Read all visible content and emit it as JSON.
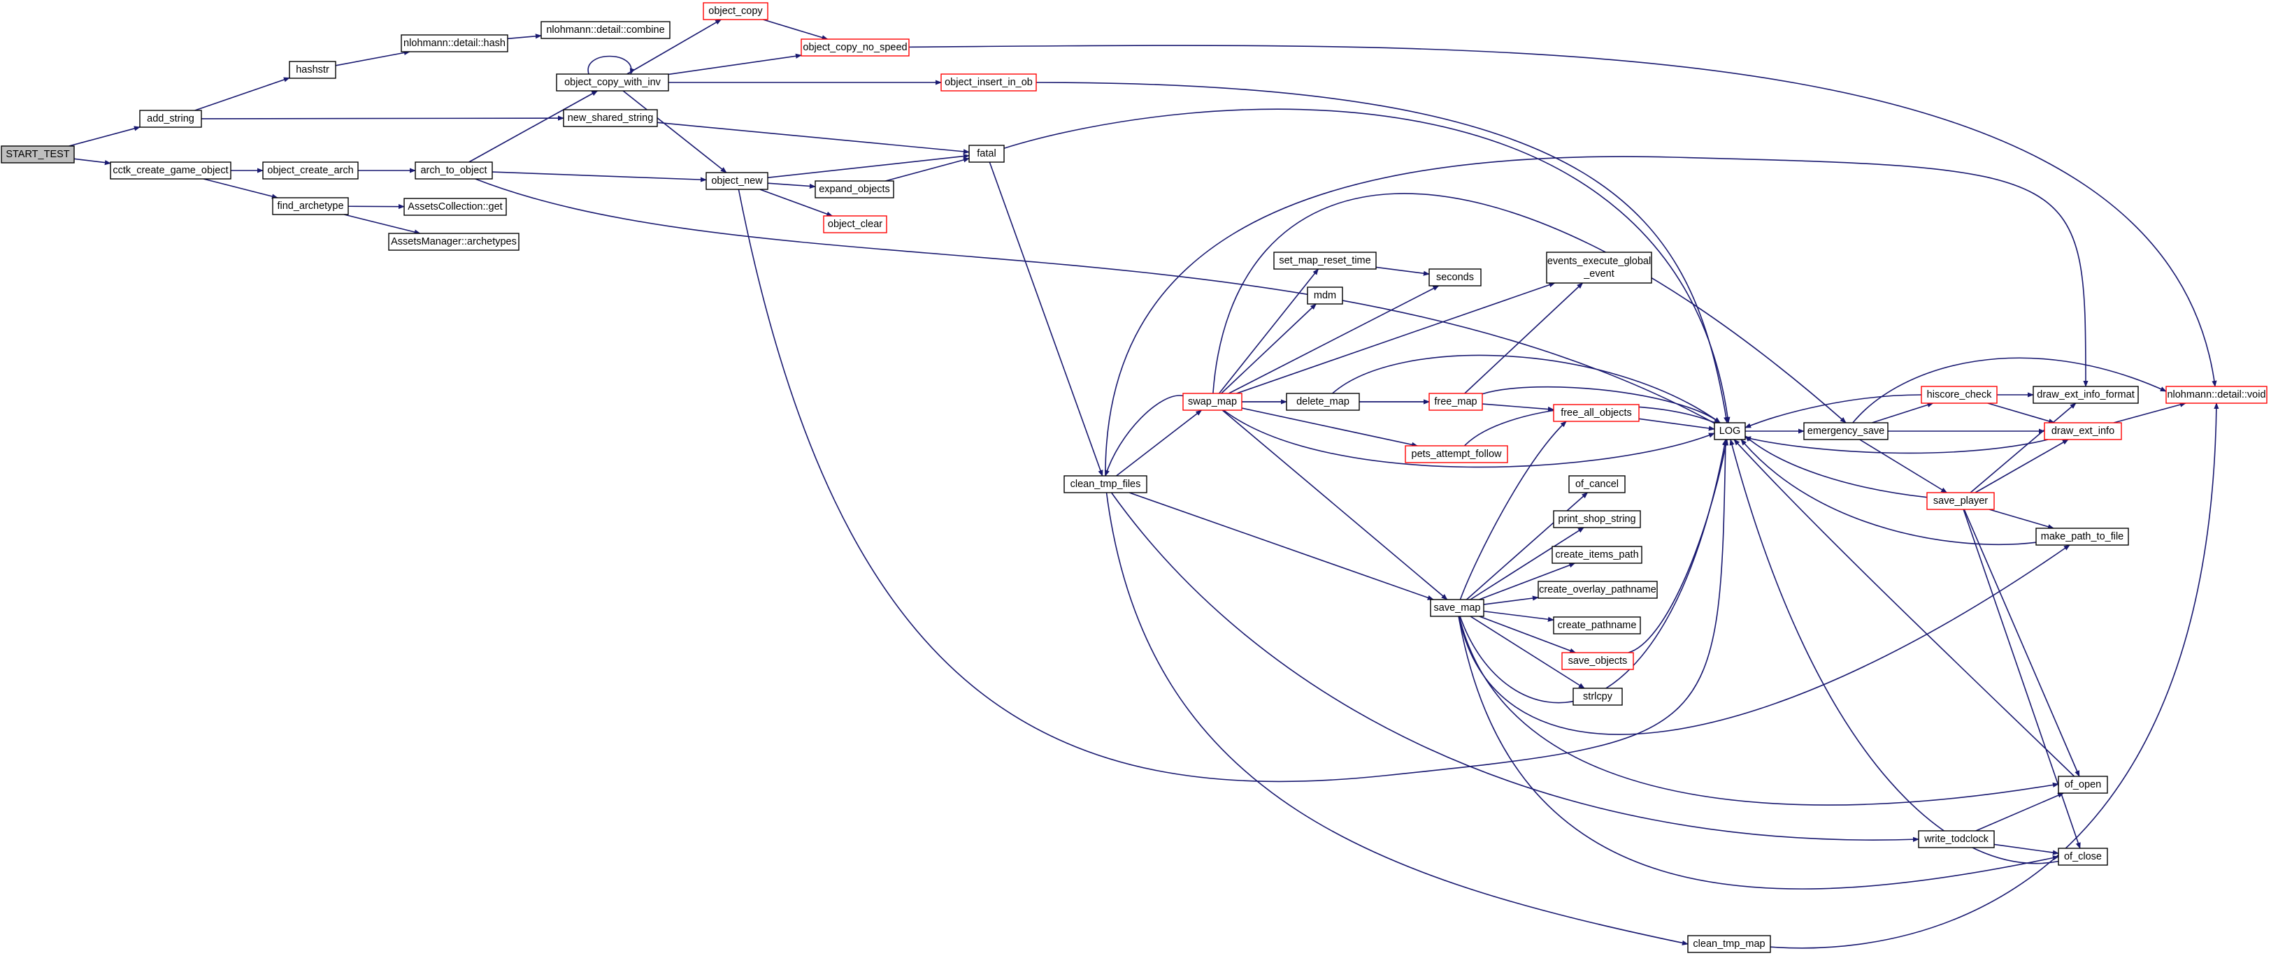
{
  "diagram": {
    "colors": {
      "edge": "#191970",
      "black_border": "#000000",
      "red_border": "#ff0000",
      "root_fill": "#bfbfbf",
      "node_fill": "#ffffff"
    },
    "nodes": [
      {
        "id": "start",
        "label": "START_TEST",
        "style": "root"
      },
      {
        "id": "add_string",
        "label": "add_string",
        "style": "black"
      },
      {
        "id": "cctk",
        "label": "cctk_create_game_object",
        "style": "black"
      },
      {
        "id": "hashstr",
        "label": "hashstr",
        "style": "black"
      },
      {
        "id": "nh_hash",
        "label": "nlohmann::detail::hash",
        "style": "black"
      },
      {
        "id": "nh_combine",
        "label": "nlohmann::detail::combine",
        "style": "black"
      },
      {
        "id": "new_shared_string",
        "label": "new_shared_string",
        "style": "black"
      },
      {
        "id": "object_create_arch",
        "label": "object_create_arch",
        "style": "black"
      },
      {
        "id": "find_archetype",
        "label": "find_archetype",
        "style": "black"
      },
      {
        "id": "arch_to_object",
        "label": "arch_to_object",
        "style": "black"
      },
      {
        "id": "ac_get",
        "label": "AssetsCollection::get",
        "style": "black"
      },
      {
        "id": "am_arch",
        "label": "AssetsManager::archetypes",
        "style": "black"
      },
      {
        "id": "object_copy_with_inv",
        "label": "object_copy_with_inv",
        "style": "black"
      },
      {
        "id": "object_new",
        "label": "object_new",
        "style": "black"
      },
      {
        "id": "object_copy",
        "label": "object_copy",
        "style": "red"
      },
      {
        "id": "object_copy_no_speed",
        "label": "object_copy_no_speed",
        "style": "red"
      },
      {
        "id": "object_insert_in_ob",
        "label": "object_insert_in_ob",
        "style": "red"
      },
      {
        "id": "expand_objects",
        "label": "expand_objects",
        "style": "black"
      },
      {
        "id": "object_clear",
        "label": "object_clear",
        "style": "red"
      },
      {
        "id": "fatal",
        "label": "fatal",
        "style": "black"
      },
      {
        "id": "clean_tmp_files",
        "label": "clean_tmp_files",
        "style": "black"
      },
      {
        "id": "clean_tmp_map",
        "label": "clean_tmp_map",
        "style": "black"
      },
      {
        "id": "swap_map",
        "label": "swap_map",
        "style": "red"
      },
      {
        "id": "set_map_reset_time",
        "label": "set_map_reset_time",
        "style": "black"
      },
      {
        "id": "mdm",
        "label": "mdm",
        "style": "black"
      },
      {
        "id": "seconds",
        "label": "seconds",
        "style": "black"
      },
      {
        "id": "delete_map",
        "label": "delete_map",
        "style": "black"
      },
      {
        "id": "free_map",
        "label": "free_map",
        "style": "red"
      },
      {
        "id": "events_execute",
        "label": "events_execute_global\n_event",
        "style": "black"
      },
      {
        "id": "free_all_objects",
        "label": "free_all_objects",
        "style": "red"
      },
      {
        "id": "pets_attempt_follow",
        "label": "pets_attempt_follow",
        "style": "red"
      },
      {
        "id": "save_map",
        "label": "save_map",
        "style": "black"
      },
      {
        "id": "of_cancel",
        "label": "of_cancel",
        "style": "black"
      },
      {
        "id": "print_shop_string",
        "label": "print_shop_string",
        "style": "black"
      },
      {
        "id": "create_items_path",
        "label": "create_items_path",
        "style": "black"
      },
      {
        "id": "create_overlay_pathname",
        "label": "create_overlay_pathname",
        "style": "black"
      },
      {
        "id": "create_pathname",
        "label": "create_pathname",
        "style": "black"
      },
      {
        "id": "save_objects",
        "label": "save_objects",
        "style": "red"
      },
      {
        "id": "strlcpy",
        "label": "strlcpy",
        "style": "black"
      },
      {
        "id": "LOG",
        "label": "LOG",
        "style": "black"
      },
      {
        "id": "emergency_save",
        "label": "emergency_save",
        "style": "black"
      },
      {
        "id": "hiscore_check",
        "label": "hiscore_check",
        "style": "red"
      },
      {
        "id": "save_player",
        "label": "save_player",
        "style": "red"
      },
      {
        "id": "draw_ext_info_format",
        "label": "draw_ext_info_format",
        "style": "black"
      },
      {
        "id": "draw_ext_info",
        "label": "draw_ext_info",
        "style": "red"
      },
      {
        "id": "nh_void",
        "label": "nlohmann::detail::void",
        "style": "red"
      },
      {
        "id": "make_path_to_file",
        "label": "make_path_to_file",
        "style": "black"
      },
      {
        "id": "of_open",
        "label": "of_open",
        "style": "black"
      },
      {
        "id": "write_todclock",
        "label": "write_todclock",
        "style": "black"
      },
      {
        "id": "of_close",
        "label": "of_close",
        "style": "black"
      }
    ]
  }
}
